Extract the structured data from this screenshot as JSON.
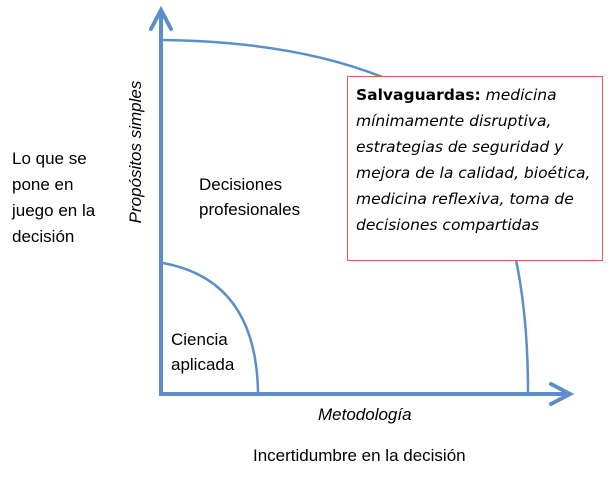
{
  "axes": {
    "y_label": "Propósitos simples",
    "x_label": "Metodología"
  },
  "outer_labels": {
    "left": [
      "Lo que se",
      "pone en",
      "juego en la",
      "decisión"
    ],
    "bottom": "Incertidumbre en la decisión"
  },
  "regions": {
    "professional": [
      "Decisiones",
      "profesionales"
    ],
    "applied": [
      "Ciencia",
      "aplicada"
    ]
  },
  "safeguards": {
    "title": "Salvaguardas:",
    "text": " medicina mínimamente disruptiva, estrategias de seguridad y mejora de la calidad, bioética, medicina reflexiva, toma de decisiones compartidas"
  },
  "colors": {
    "axis": "#5b8fc9",
    "box_border": "#e8545a"
  }
}
